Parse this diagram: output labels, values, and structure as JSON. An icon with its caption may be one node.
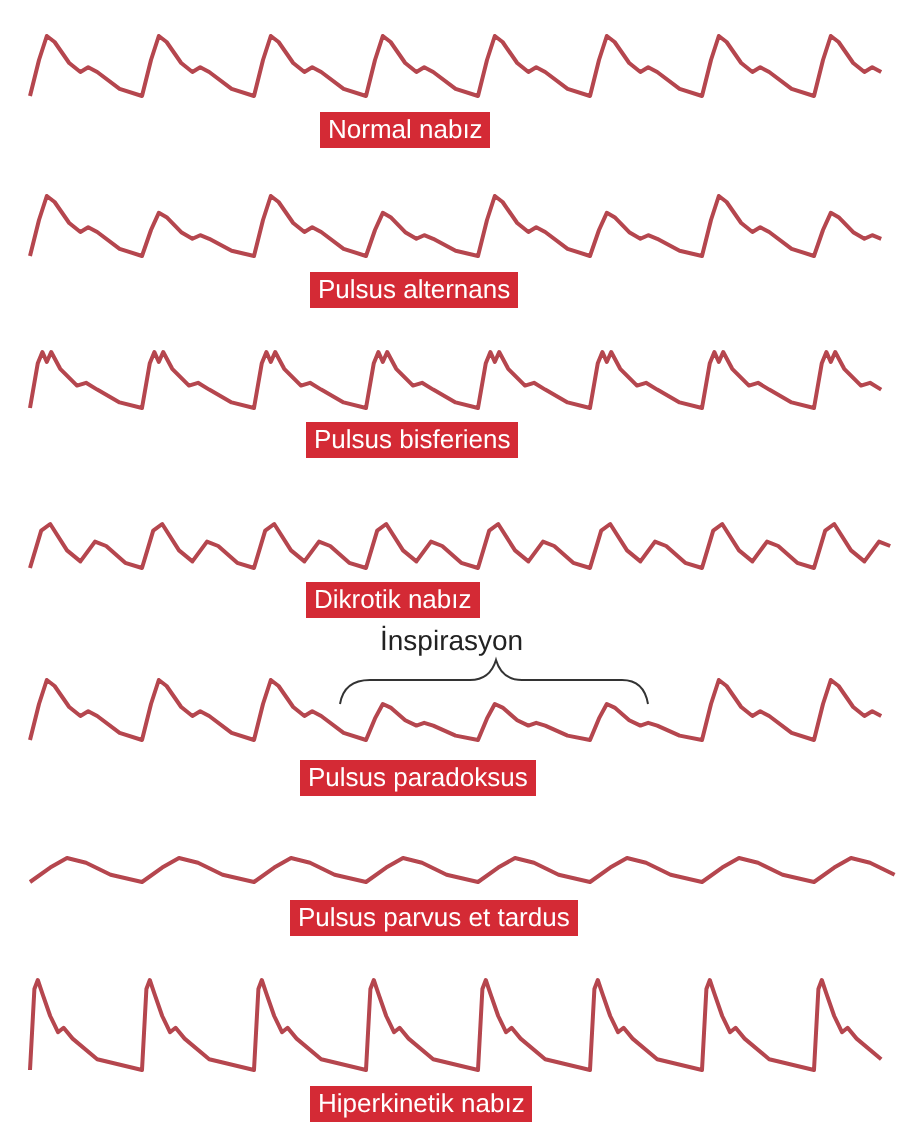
{
  "diagram": {
    "labels": [
      "Normal nabız",
      "Pulsus alternans",
      "Pulsus bisferiens",
      "Dikrotik nabız",
      "İnspirasyon",
      "Pulsus paradoksus",
      "Pulsus parvus et tardus",
      "Hiperkinetik nabız"
    ]
  }
}
